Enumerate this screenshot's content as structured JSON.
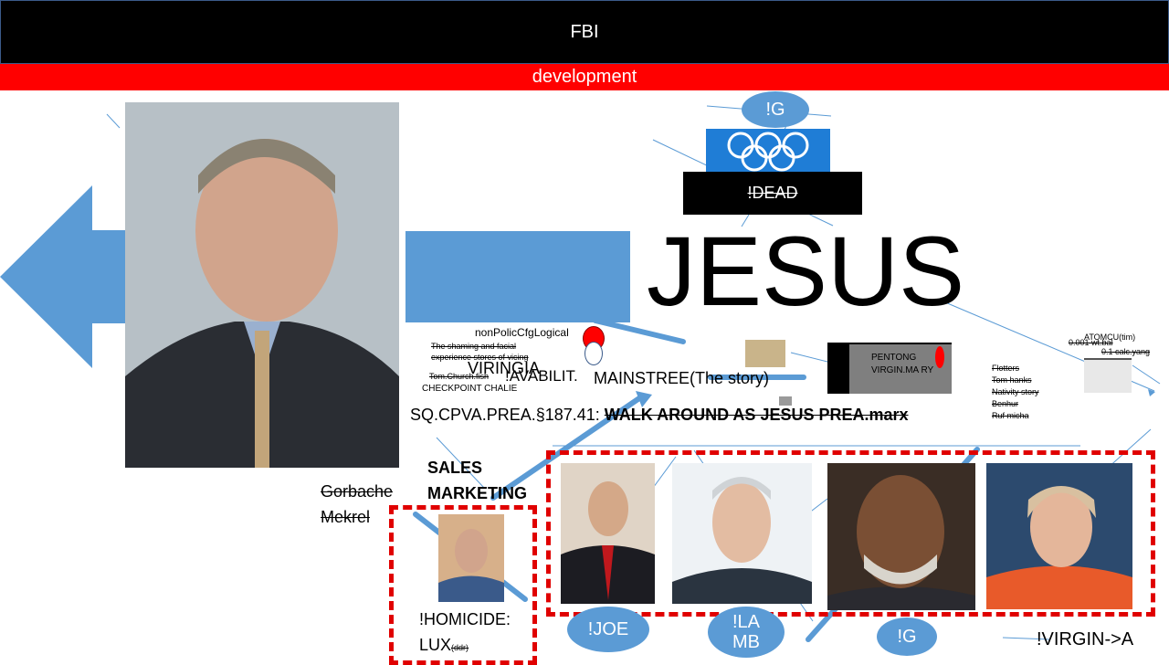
{
  "header": {
    "title": "FBI",
    "subtitle": "development"
  },
  "colors": {
    "accent_blue": "#5b9bd5",
    "red": "#ff0000",
    "dash_red": "#e00000"
  },
  "center": {
    "jesus": "JESUS",
    "g_top": "!G",
    "dead": "!DEAD",
    "nonpolic": "nonPolicCfgLogical",
    "shaming": "The shaming and facial experience stores of vicing",
    "tom_church": "Tom.Church.fish",
    "checkpoint": "CHECKPOINT CHALIE",
    "viringia": "VIRINGIA",
    "avabilit": "!AVABILIT.",
    "mainstree": "MAINSTREE(The story)",
    "pentong": "PENTONG VIRGIN.MA RY",
    "sq_prefix": "SQ.CPVA.PREA.§187.41: ",
    "sq_bold": "WALK AROUND AS JESUS PREA.marx"
  },
  "right_list": [
    "Flotters",
    "Tom hanks",
    "Nativity story",
    "Benhur",
    "Ruf micha"
  ],
  "right_notes": {
    "atomc": "ATOMCU(tim)",
    "wt": "0.001 wt.bal",
    "calc": "0.1 calc.yang"
  },
  "left": {
    "gorbache": "Gorbache",
    "mekrel": "Mekrel",
    "sales": "SALES",
    "marketing": "MARKETING",
    "homicide": "!HOMICIDE:",
    "lux": "LUX",
    "lux_sub": "(ddr)"
  },
  "bottom": {
    "joe": "!JOE",
    "la": "!LA",
    "mb": "MB",
    "g": "!G",
    "virgin": "!VIRGIN->A"
  }
}
